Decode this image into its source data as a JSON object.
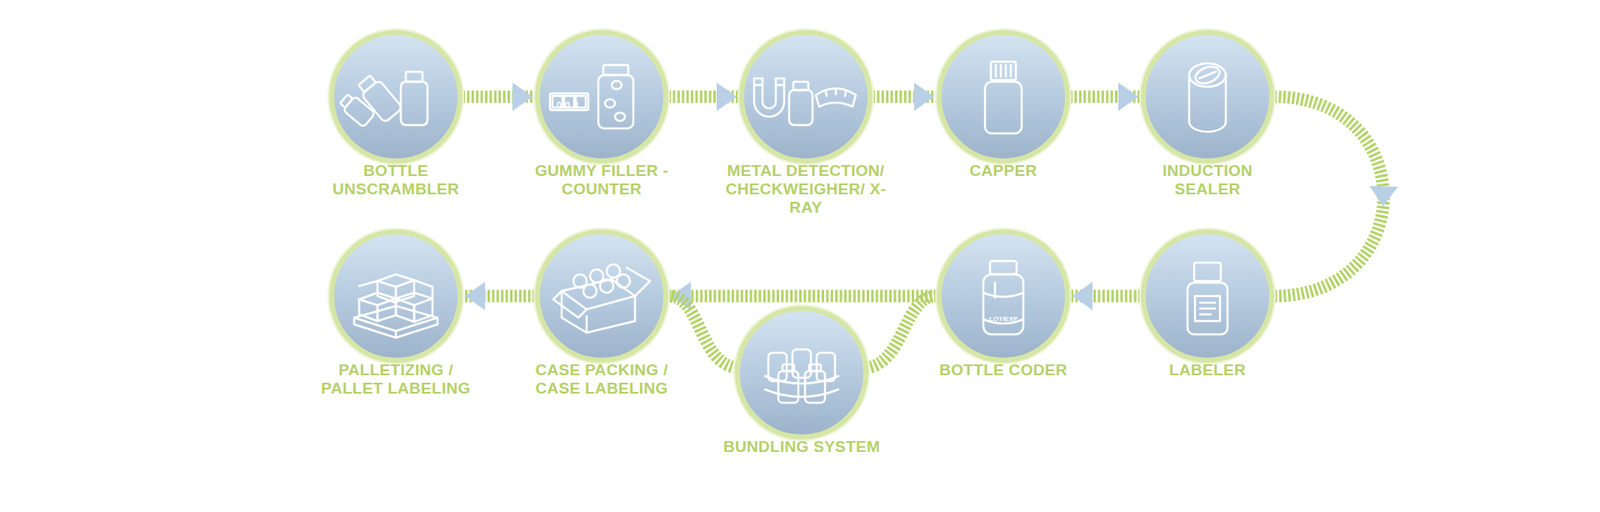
{
  "diagram": {
    "nodes": [
      {
        "text": [
          "BOTTLE UNSCRAMBLER"
        ]
      },
      {
        "text": [
          "GUMMY FILLER - COUNTER"
        ]
      },
      {
        "text": [
          "METAL DETECTION/ CHECKWEIGHER/ X-RAY"
        ]
      },
      {
        "text": [
          "CAPPER"
        ]
      },
      {
        "text": [
          "INDUCTION SEALER"
        ]
      },
      {
        "text": [
          "LABELER"
        ]
      },
      {
        "text": [
          "BOTTLE CODER"
        ]
      },
      {
        "text": [
          "BUNDLING SYSTEM"
        ]
      },
      {
        "text": [
          "CASE PACKING / CASE LABELING"
        ]
      },
      {
        "text": [
          "PALLETIZING / PALLET LABELING"
        ]
      }
    ],
    "edges": [
      {
        "from": 0,
        "to": 1,
        "arrow": "to"
      },
      {
        "from": 1,
        "to": 2,
        "arrow": "to"
      },
      {
        "from": 2,
        "to": 3,
        "arrow": "to"
      },
      {
        "from": 3,
        "to": 4,
        "arrow": "to"
      },
      {
        "from": 4,
        "to": 5,
        "arrow": "to"
      },
      {
        "from": 5,
        "to": 6,
        "arrow": "to"
      },
      {
        "from": 6,
        "to": 8,
        "arrow": "to"
      },
      {
        "from": 6,
        "to": 7,
        "arrow": "none"
      },
      {
        "from": 7,
        "to": 8,
        "arrow": "none"
      },
      {
        "from": 8,
        "to": 9,
        "arrow": "to"
      }
    ],
    "labels": [
      "003",
      "LOT/EXP"
    ]
  }
}
